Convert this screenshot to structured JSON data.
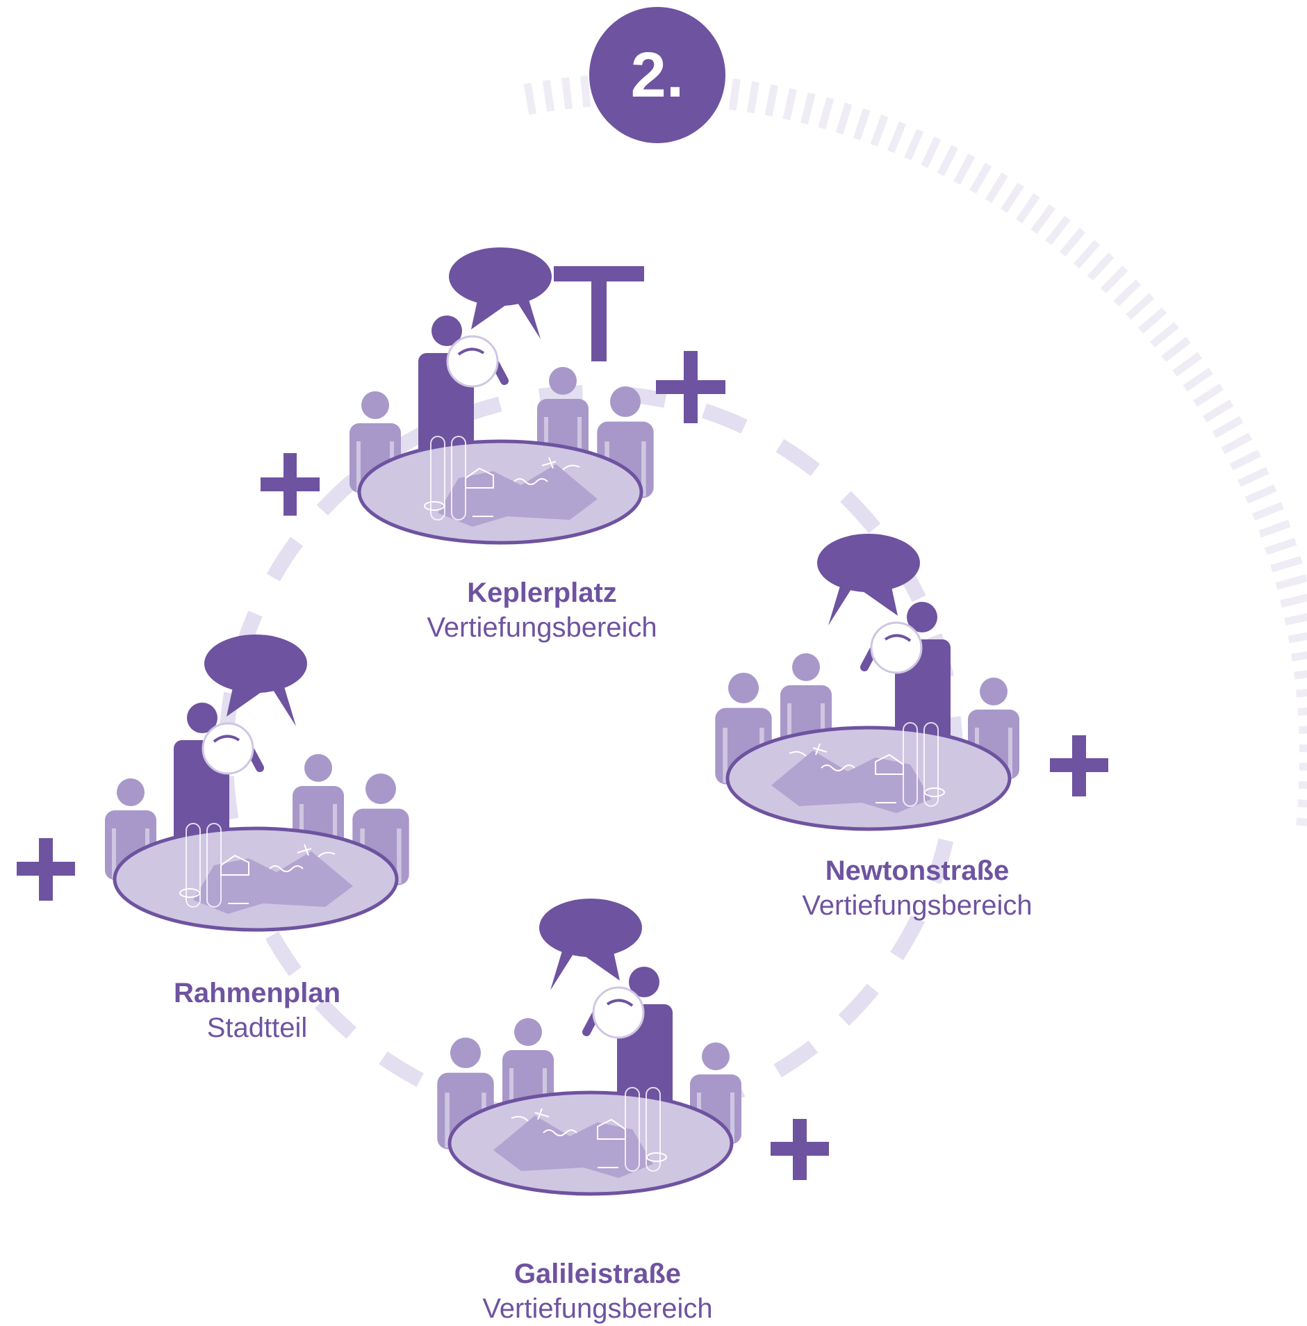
{
  "step": {
    "number": "2."
  },
  "colors": {
    "primary": "#6e53a0",
    "secondary": "#a898c9",
    "light": "#cfc6e2",
    "ring_light": "#e3def0",
    "tick_light": "#efecf5"
  },
  "groups": [
    {
      "id": "keplerplatz",
      "title": "Keplerplatz",
      "subtitle": "Vertiefungsbereich"
    },
    {
      "id": "newtonstrasse",
      "title": "Newtonstraße",
      "subtitle": "Vertiefungsbereich"
    },
    {
      "id": "galileistrasse",
      "title": "Galileistraße",
      "subtitle": "Vertiefungsbereich"
    },
    {
      "id": "rahmenplan",
      "title": "Rahmenplan",
      "subtitle": "Stadtteil"
    }
  ]
}
